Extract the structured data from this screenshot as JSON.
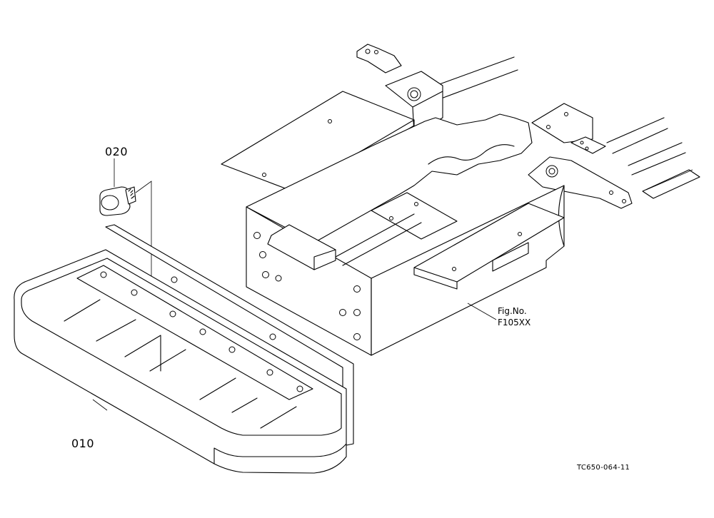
{
  "callouts": {
    "part_010": "010",
    "part_020": "020",
    "fig_ref_line1": "Fig.No.",
    "fig_ref_line2": "F105XX"
  },
  "drawing_code": "TC650-064-11",
  "colors": {
    "ink": "#000000",
    "paper": "#ffffff"
  }
}
